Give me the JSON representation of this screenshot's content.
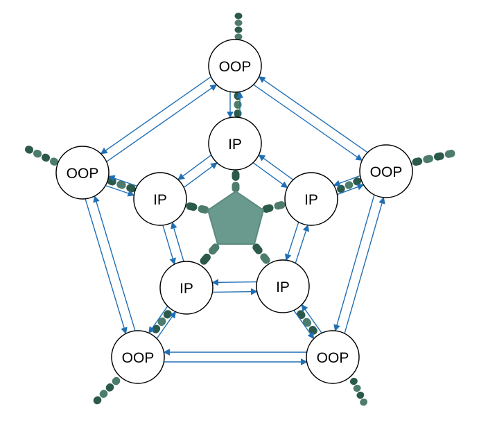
{
  "nodes": {
    "oop_top": "OOP",
    "oop_left": "OOP",
    "oop_right": "OOP",
    "oop_bottom_left": "OOP",
    "oop_bottom_right": "OOP",
    "ip_top": "IP",
    "ip_left": "IP",
    "ip_right": "IP",
    "ip_bottom_left": "IP",
    "ip_bottom_right": "IP"
  },
  "colors": {
    "arrow": "#1f6fb5",
    "spring": "#2c5a4a",
    "spring_light": "#4e7c6c",
    "center": "#6a9a8e",
    "node_fill": "#ffffff",
    "node_stroke": "#000000"
  }
}
